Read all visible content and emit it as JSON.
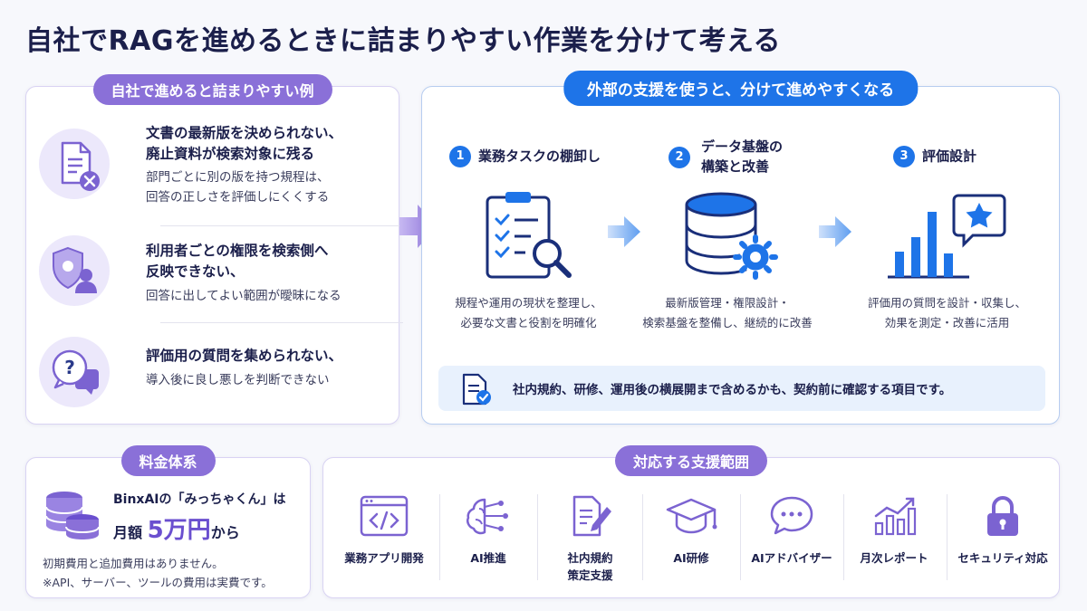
{
  "title": "自社でRAGを進めるときに詰まりやすい作業を分けて考える",
  "left": {
    "label": "自社で進めると詰まりやすい例",
    "items": [
      {
        "head1": "文書の最新版を決められない、",
        "head2": "廃止資料が検索対象に残る",
        "body1": "部門ごとに別の版を持つ規程は、",
        "body2": "回答の正しさを評価しにくくする",
        "icon": "document-x-icon"
      },
      {
        "head1": "利用者ごとの権限を検索側へ",
        "head2": "反映できない、",
        "body1": "回答に出してよい範囲が曖昧になる",
        "icon": "shield-user-icon"
      },
      {
        "head1": "評価用の質問を集められない、",
        "body1": "導入後に良し悪しを判断できない",
        "icon": "question-bubble-icon"
      }
    ]
  },
  "right": {
    "label": "外部の支援を使うと、分けて進めやすくなる",
    "steps": [
      {
        "num": "1",
        "title1": "業務タスクの棚卸し",
        "desc1": "規程や運用の現状を整理し、",
        "desc2": "必要な文書と役割を明確化",
        "icon": "clipboard-search-icon"
      },
      {
        "num": "2",
        "title1": "データ基盤の",
        "title2": "構築と改善",
        "desc1": "最新版管理・権限設計・",
        "desc2": "検索基盤を整備し、継続的に改善",
        "icon": "database-gear-icon"
      },
      {
        "num": "3",
        "title1": "評価設計",
        "desc1": "評価用の質問を設計・収集し、",
        "desc2": "効果を測定・改善に活用",
        "icon": "chart-star-icon"
      }
    ],
    "note": "社内規約、研修、運用後の横展開まで含めるかも、契約前に確認する項目です。"
  },
  "price": {
    "label": "料金体系",
    "line1": "BinxAIの「みっちゃくん」は",
    "prefix": "月額",
    "amount": "5万円",
    "suffix": "から",
    "note1": "初期費用と追加費用はありません。",
    "note2": "※API、サーバー、ツールの費用は実費です。"
  },
  "scope": {
    "label": "対応する支援範囲",
    "items": [
      {
        "label1": "業務アプリ開発",
        "icon": "code-window-icon"
      },
      {
        "label1": "AI推進",
        "icon": "ai-brain-icon"
      },
      {
        "label1": "社内規約",
        "label2": "策定支援",
        "icon": "document-pen-icon"
      },
      {
        "label1": "AI研修",
        "icon": "graduation-cap-icon"
      },
      {
        "label1": "AIアドバイザー",
        "icon": "chat-bubble-icon"
      },
      {
        "label1": "月次レポート",
        "icon": "bar-chart-icon"
      },
      {
        "label1": "セキュリティ対応",
        "icon": "padlock-icon"
      }
    ]
  },
  "colors": {
    "purple": "#8a70d8",
    "blue": "#1e74e8",
    "navy": "#1b1f4b"
  }
}
